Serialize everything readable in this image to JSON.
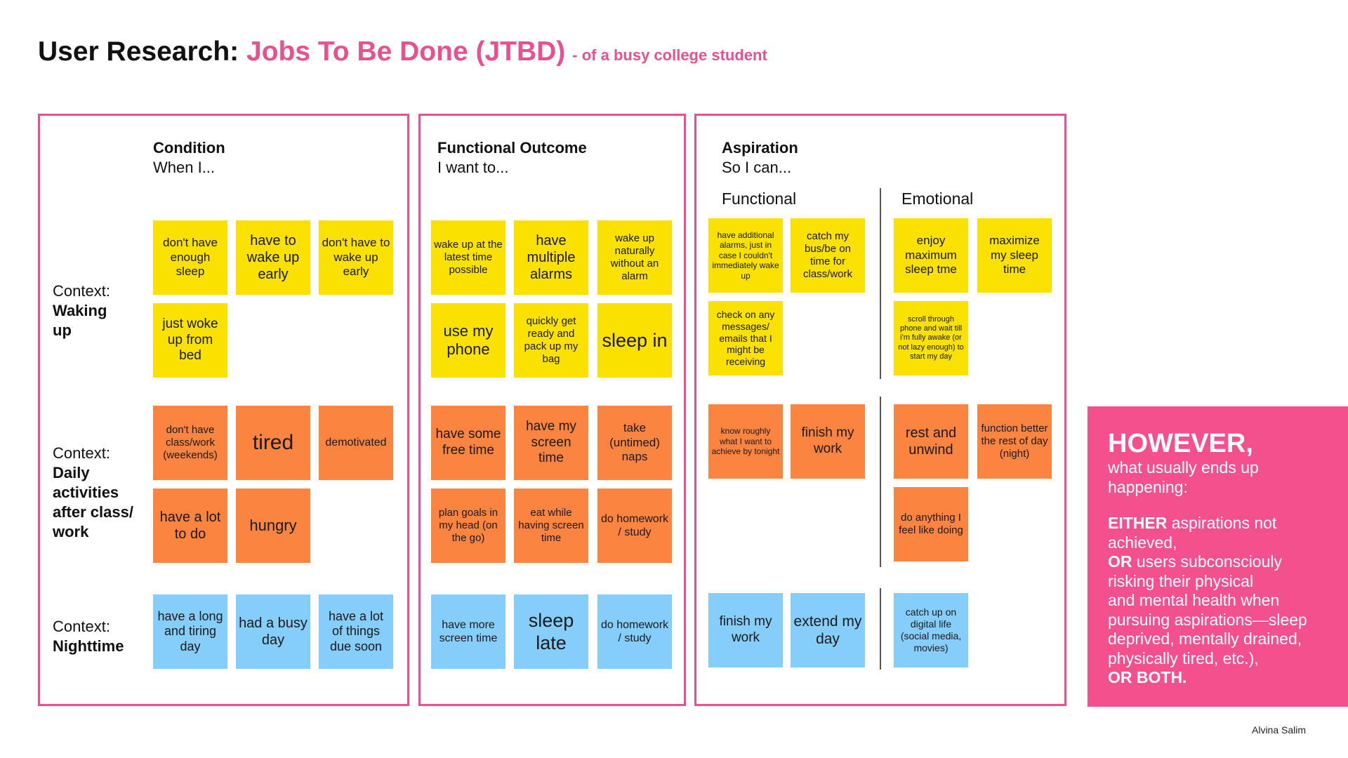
{
  "title": {
    "main": "User Research: ",
    "accent": "Jobs To Be Done (JTBD)",
    "sub": "- of a busy college student"
  },
  "columns": {
    "condition": {
      "heading": "Condition",
      "sub": "When I..."
    },
    "functional_outcome": {
      "heading": "Functional Outcome",
      "sub": "I want to..."
    },
    "aspiration": {
      "heading": "Aspiration",
      "sub": "So I can...",
      "functional": "Functional",
      "emotional": "Emotional"
    }
  },
  "contexts": {
    "waking": {
      "label": "Context:",
      "name_line1": "Waking",
      "name_line2": "up"
    },
    "daily": {
      "label": "Context:",
      "name_line1": "Daily",
      "name_line2": "activities",
      "name_line3": "after class/",
      "name_line4": "work"
    },
    "night": {
      "label": "Context:",
      "name_line1": "Nighttime"
    }
  },
  "notes": {
    "c1": "don't have enough sleep",
    "c2": "have to wake up early",
    "c3": "don't have to wake up early",
    "c4": "just woke up from bed",
    "c5": "don't have class/work (weekends)",
    "c6": "tired",
    "c7": "demotivated",
    "c8": "have a lot to do",
    "c9": "hungry",
    "c10": "have a long and tiring day",
    "c11": "had a busy day",
    "c12": "have a lot of things due soon",
    "f1": "wake up at the latest time possible",
    "f2": "have multiple alarms",
    "f3": "wake up naturally without an alarm",
    "f4": "use my phone",
    "f5": "quickly get ready and pack up my bag",
    "f6": "sleep in",
    "f7": "have some free time",
    "f8": "have my screen time",
    "f9": "take (untimed) naps",
    "f10": "plan goals in my head (on the go)",
    "f11": "eat while having screen time",
    "f12": "do homework / study",
    "f13": "have more screen time",
    "f14": "sleep late",
    "f15": "do homework / study",
    "af1": "have additional alarms, just in case I couldn't immediately wake up",
    "af2": "catch my bus/be on time for class/work",
    "af3": "check on any messages/ emails that I might be receiving",
    "af4": "know roughly what I want to achieve by tonight",
    "af5": "finish my work",
    "af6": "finish my work",
    "af7": "extend my day",
    "ae1": "enjoy maximum sleep tme",
    "ae2": "maximize my sleep time",
    "ae3": "scroll through phone and wait till i'm fully awake (or not lazy enough) to start my day",
    "ae4": "rest and unwind",
    "ae5": "function better the rest of day (night)",
    "ae6": "do anything I feel like doing",
    "ae7": "catch up on digital life (social media, movies)"
  },
  "panel": {
    "headline": "HOWEVER,",
    "line1": "what usually ends up",
    "line2": "happening:",
    "either_kw": "EITHER",
    "either_text": " aspirations not",
    "either_text2": "achieved,",
    "or_kw": "OR",
    "or_text": " users subconsciouly",
    "l3": "risking their physical",
    "l4": "and mental health when",
    "l5": "pursuing aspirations—sleep",
    "l6": "deprived, mentally drained,",
    "l7": "physically tired, etc.),",
    "both": "OR BOTH."
  },
  "credit": "Alvina Salim",
  "colors": {
    "accent": "#e8518f",
    "yellow": "#fae100",
    "orange": "#fb8440",
    "blue": "#85cdfa",
    "panel": "#f4508e"
  }
}
